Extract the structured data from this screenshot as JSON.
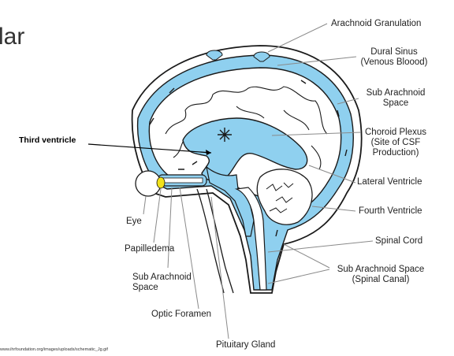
{
  "slide": {
    "title_fragment": "lar",
    "callout_label": "Third ventricle",
    "source_url": "www.ihrfoundation.org/images/uploads/schematic_Jg.gif"
  },
  "labels": {
    "arachnoid_granulation": "Arachnoid Granulation",
    "dural_sinus_1": "Dural Sinus",
    "dural_sinus_2": "(Venous Bloood)",
    "sub_arachnoid_1": "Sub Arachnoid",
    "sub_arachnoid_2": "Space",
    "choroid_1": "Choroid Plexus",
    "choroid_2": "(Site of CSF",
    "choroid_3": "Production)",
    "lateral_ventricle": "Lateral Ventricle",
    "fourth_ventricle": "Fourth Ventricle",
    "spinal_cord": "Spinal Cord",
    "sub_arachnoid_spinal_1": "Sub Arachnoid Space",
    "sub_arachnoid_spinal_2": "(Spinal Canal)",
    "eye": "Eye",
    "papilledema": "Papilledema",
    "sub_arachnoid_left_1": "Sub Arachnoid",
    "sub_arachnoid_left_2": "Space",
    "optic_foramen": "Optic Foramen",
    "pituitary_gland": "Pituitary Gland"
  },
  "colors": {
    "csf_blue": "#8fd0ef",
    "outline": "#1a1a1a",
    "eye_yellow": "#f2e21a",
    "leader_gray": "#8a8a8a"
  }
}
